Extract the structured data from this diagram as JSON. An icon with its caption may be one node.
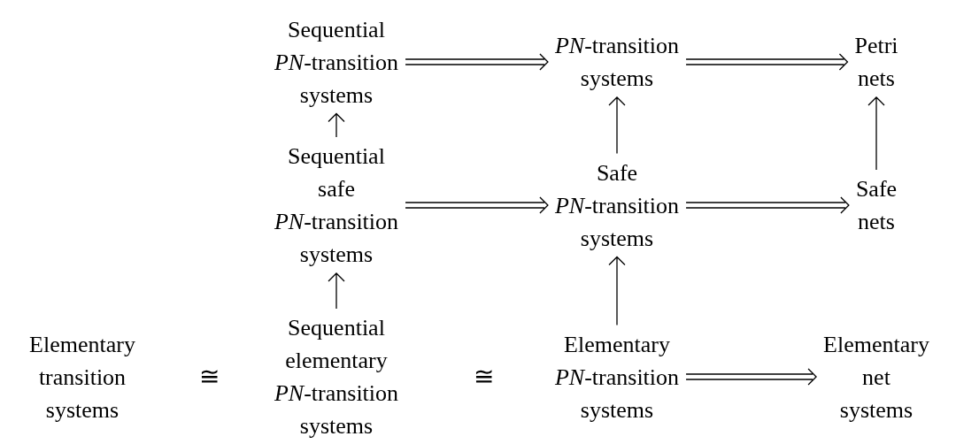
{
  "diagram": {
    "nodes": [
      {
        "text": [
          "Sequential *PN*-transition systems"
        ]
      },
      {
        "text": [
          "*PN*-transition systems"
        ]
      },
      {
        "text": [
          "Petri nets"
        ]
      },
      {
        "text": [
          "Sequential safe *PN*-transition systems"
        ]
      },
      {
        "text": [
          "Safe *PN*-transition systems"
        ]
      },
      {
        "text": [
          "Safe nets"
        ]
      },
      {
        "text": [
          "Elementary transition systems"
        ]
      },
      {
        "text": [
          "Sequential elementary *PN*-transition systems"
        ]
      },
      {
        "text": [
          "Elementary *PN*-transition systems"
        ]
      },
      {
        "text": [
          "Elementary net systems"
        ]
      }
    ],
    "edges": [
      {
        "from": 0,
        "to": 1,
        "arrow": "to"
      },
      {
        "from": 1,
        "to": 2,
        "arrow": "to"
      },
      {
        "from": 3,
        "to": 0,
        "arrow": "to"
      },
      {
        "from": 4,
        "to": 1,
        "arrow": "to"
      },
      {
        "from": 5,
        "to": 2,
        "arrow": "to"
      },
      {
        "from": 3,
        "to": 4,
        "arrow": "to"
      },
      {
        "from": 4,
        "to": 5,
        "arrow": "to"
      },
      {
        "from": 7,
        "to": 3,
        "arrow": "to"
      },
      {
        "from": 8,
        "to": 4,
        "arrow": "to"
      },
      {
        "from": 8,
        "to": 9,
        "arrow": "to"
      }
    ],
    "labels": [
      "≅",
      "≅"
    ]
  }
}
